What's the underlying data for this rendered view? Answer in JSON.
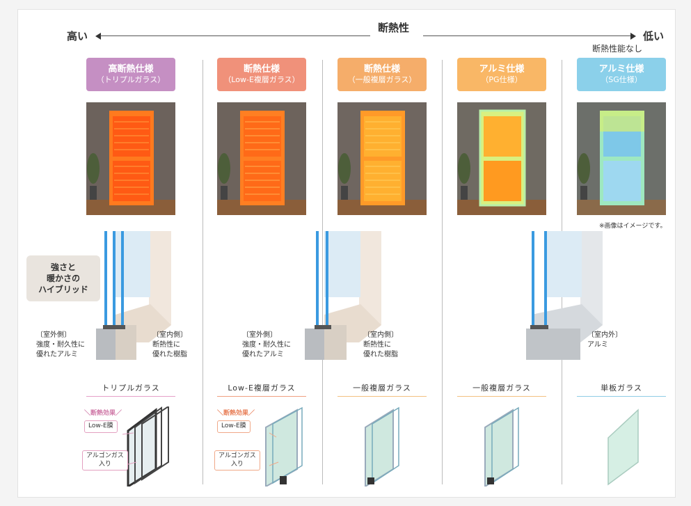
{
  "scale": {
    "left": "高い",
    "center": "断熱性",
    "right": "低い",
    "no_insulation": "断熱性能なし"
  },
  "colors": {
    "pink": "#c58fc3",
    "salmon": "#f0917a",
    "orange": "#f5ad6a",
    "light_orange": "#f9b766",
    "blue": "#8bd0ea"
  },
  "columns": [
    {
      "id": "triple",
      "title": "高断熱仕様",
      "subtitle": "（トリプルガラス）",
      "color": "#c58fc3",
      "glass": "トリプルガラス",
      "panes": 3,
      "glow": "hot"
    },
    {
      "id": "lowe",
      "title": "断熱仕様",
      "subtitle": "（Low-E複層ガラス）",
      "color": "#f0917a",
      "glass": "Low-E複層ガラス",
      "panes": 2,
      "glow": "hot"
    },
    {
      "id": "double",
      "title": "断熱仕様",
      "subtitle": "（一般複層ガラス）",
      "color": "#f5ad6a",
      "glass": "一般複層ガラス",
      "panes": 2,
      "glow": "warm"
    },
    {
      "id": "pg",
      "title": "アルミ仕様",
      "subtitle": "（PG仕様）",
      "color": "#f9b766",
      "glass": "一般複層ガラス",
      "panes": 2,
      "glow": "mild"
    },
    {
      "id": "sg",
      "title": "アルミ仕様",
      "subtitle": "（SG仕様）",
      "color": "#8bd0ea",
      "glass": "単板ガラス",
      "panes": 1,
      "glow": "cool"
    }
  ],
  "image_note": "※画像はイメージです。",
  "hybrid": {
    "line1": "強さと",
    "line2": "暖かさの",
    "line3": "ハイブリッド"
  },
  "section_labels": {
    "outdoor": "〔室外側〕",
    "outdoor_desc1": "強度・耐久性に",
    "outdoor_desc2": "優れたアルミ",
    "indoor": "〔室内側〕",
    "indoor_desc1": "断熱性に",
    "indoor_desc2": "優れた樹脂",
    "alum_side": "〔室内外〕",
    "alum_desc": "アルミ"
  },
  "glass_labels": {
    "effect": "＼断熱効果／",
    "lowe_film": "Low-E膜",
    "argon1": "アルゴンガス",
    "argon2": "入り"
  }
}
